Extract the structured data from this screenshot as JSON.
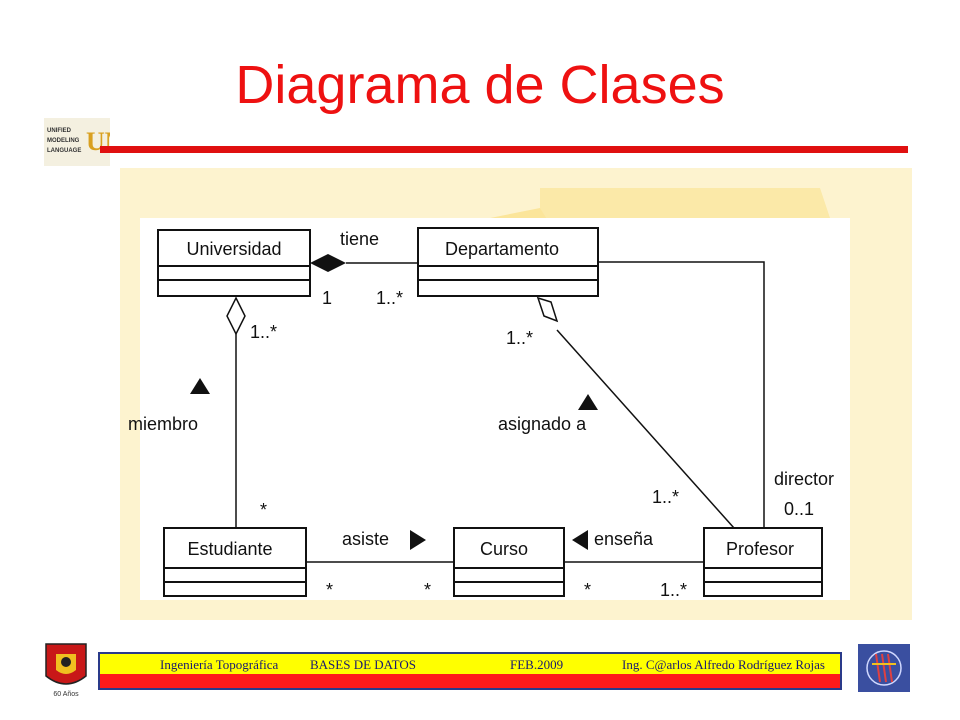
{
  "title": "Diagrama de Clases",
  "logo_text": [
    "UNIFIED",
    "MODELING",
    "LANGUAGE"
  ],
  "logo_letters": "UML",
  "diagram": {
    "classes": {
      "universidad": "Universidad",
      "departamento": "Departamento",
      "estudiante": "Estudiante",
      "curso": "Curso",
      "profesor": "Profesor"
    },
    "labels": {
      "tiene": "tiene",
      "tiene_mult_uni": "1",
      "tiene_mult_dep": "1..*",
      "miembro": "miembro",
      "miembro_mult_uni": "1..*",
      "miembro_mult_est": "*",
      "asignado": "asignado a",
      "asignado_mult_dep": "1..*",
      "asignado_mult_prof": "1..*",
      "director": "director",
      "director_mult": "0..1",
      "asiste": "asiste",
      "asiste_mult_est": "*",
      "asiste_mult_cur": "*",
      "ensena": "enseña",
      "ensena_mult_cur": "*",
      "ensena_mult_prof": "1..*"
    }
  },
  "footer": {
    "program": "Ingeniería Topográfica",
    "course": "BASES DE DATOS",
    "date": "FEB.2009",
    "author": "Ing. C@arlos Alfredo Rodríguez Rojas",
    "left_logo_text": "60 Años"
  },
  "colors": {
    "title": "#ee1111",
    "rule": "#e01010",
    "backdrop": "#fdf0c0",
    "footer_yellow": "#ffff00",
    "footer_red": "#ff1a1a"
  }
}
